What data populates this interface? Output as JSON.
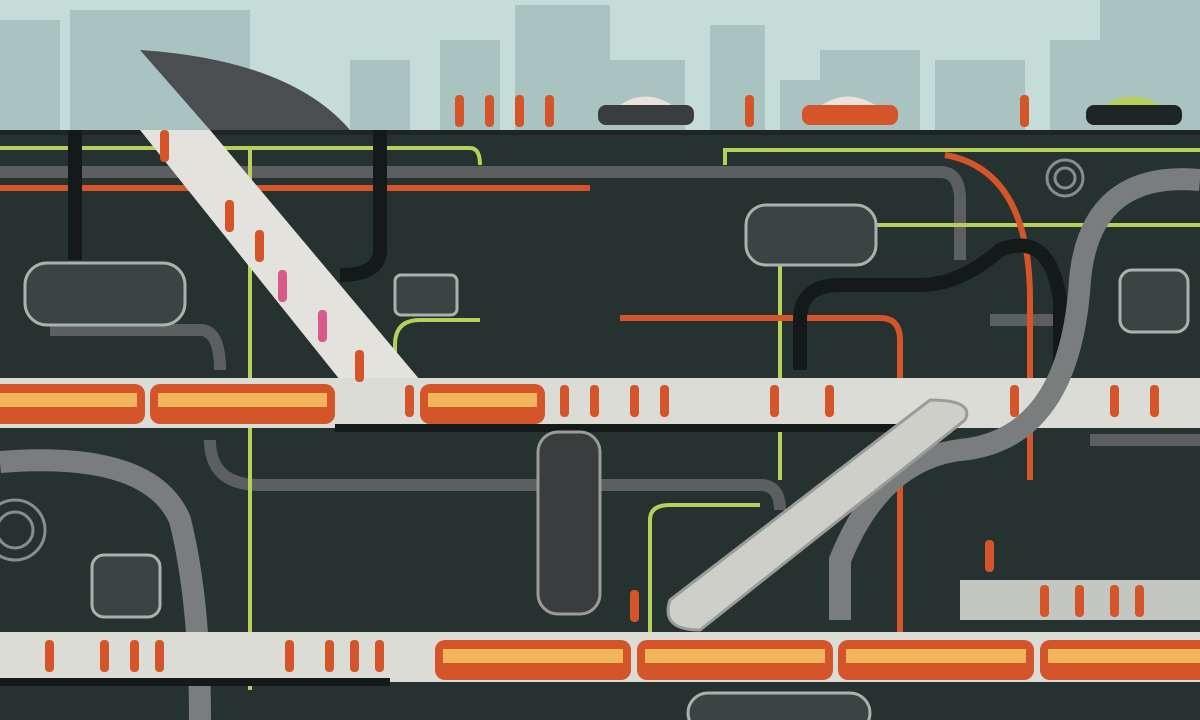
{
  "scene": {
    "subject": "underground-city-cross-section",
    "colors": {
      "sky": "#c6dcd8",
      "skyline": "#a9c3c0",
      "skyline_dark": "#8fb0ad",
      "ground": "#26322f",
      "ground_light": "#2f3d3a",
      "platform": "#dcdcd6",
      "train": "#d4552a",
      "train_window": "#f2b65a",
      "pipe": "#5c5f60",
      "green_line": "#b8d05a",
      "red_line": "#d4552a",
      "road": "#1d2624"
    },
    "trains_upper": 3,
    "trains_lower": 4
  }
}
